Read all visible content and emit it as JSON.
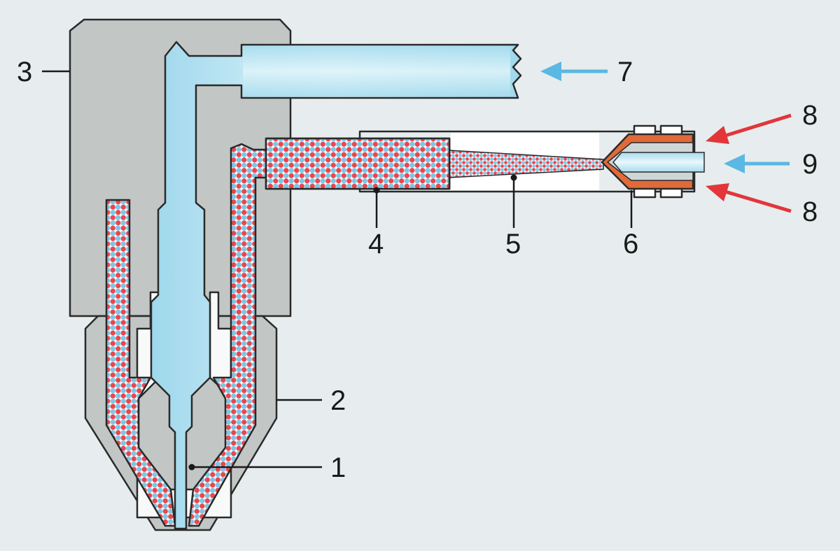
{
  "colors": {
    "background": "#e7edee",
    "housing": "#c2c6c5",
    "outline": "#2a2a2a",
    "gas_light": "#d7f1f8",
    "gas_mid": "#a7dcee",
    "blue_arrow": "#5ab8e2",
    "red_arrow": "#e2363a",
    "dot_red": "#e8474f",
    "dot_blue": "#7ec6e6",
    "mix_bg": "#f3f6f7",
    "orange_band": "#e06a3a"
  },
  "labels": {
    "l1": "1",
    "l2": "2",
    "l3": "3",
    "l4": "4",
    "l5": "5",
    "l6": "6",
    "l7": "7",
    "l8a": "8",
    "l8b": "8",
    "l9": "9"
  }
}
